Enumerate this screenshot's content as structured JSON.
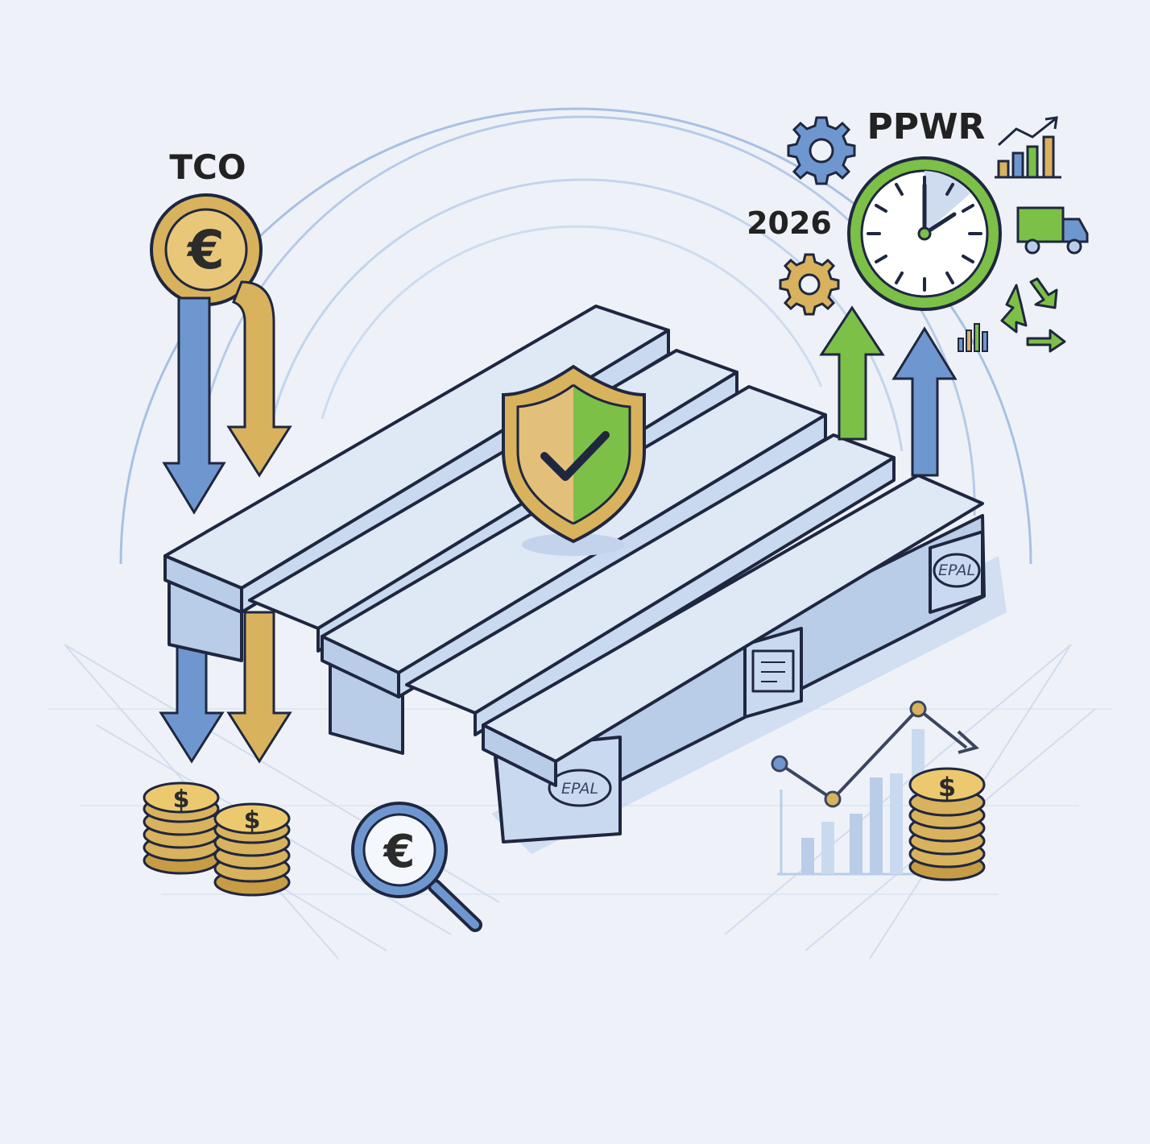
{
  "labels": {
    "tco": "TCO",
    "ppwr": "PPWR",
    "year": "2026",
    "epal_front": "EPAL",
    "epal_side": "EPAL"
  },
  "symbols": {
    "euro": "€",
    "dollar": "$"
  },
  "icons": [
    "euro-coin-icon",
    "down-arrow-blue-icon",
    "down-arrow-gold-icon",
    "coin-stack-icon",
    "euro-magnifier-icon",
    "shield-check-icon",
    "clock-icon",
    "gear-icon",
    "bar-chart-up-icon",
    "truck-icon",
    "recycle-icon",
    "up-arrow-green-icon",
    "up-arrow-blue-icon",
    "line-bar-chart-icon",
    "epal-pallet-icon"
  ],
  "colors": {
    "background": "#eef2f8",
    "blue": "#6f97cf",
    "gold": "#d9b25e",
    "green": "#7cc048",
    "pallet_top": "#dfe8f5",
    "pallet_side": "#b9cde9",
    "outline": "#1f2740"
  }
}
